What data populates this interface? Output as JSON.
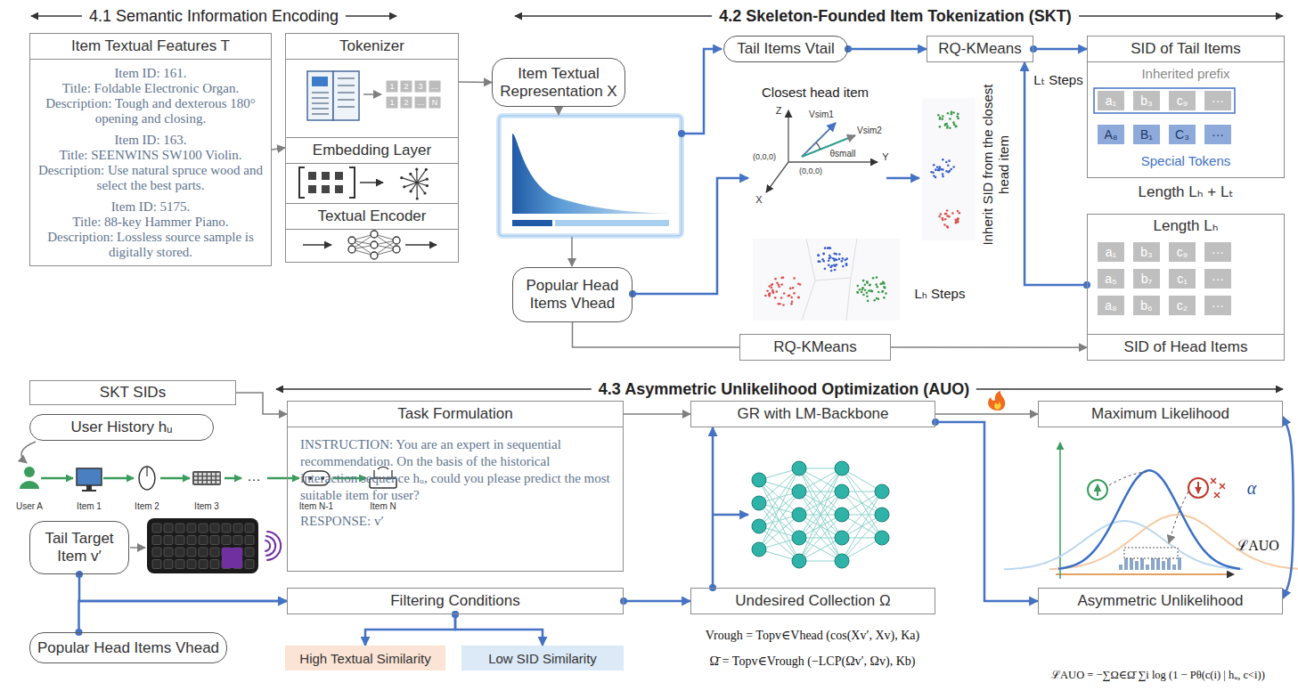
{
  "diagram": {
    "nodes": [
      {
        "text": [
          "Item Textual Features T",
          "Item ID: 161.",
          "Title: Foldable Electronic Organ.",
          "Description: Tough and dexterous 180° opening and closing.",
          "Item ID: 163.",
          "Title: SEENWINS SW100 Violin.",
          "Description: Use natural spruce wood and select the best parts.",
          "Item ID: 5175.",
          "Title: 88-key Hammer Piano.",
          "Description: Lossless source sample is digitally stored."
        ]
      },
      {
        "text": [
          "Tokenizer",
          "Embedding Layer",
          "Textual Encoder"
        ]
      },
      {
        "text": [
          "Item Textual Representation X"
        ]
      },
      {
        "text": [
          "Popular Head Items Vhead"
        ]
      },
      {
        "text": [
          "Tail Items Vtail"
        ]
      },
      {
        "text": [
          "RQ-KMeans"
        ]
      },
      {
        "text": [
          "SID of Tail Items",
          "Inherited prefix",
          "Special Tokens",
          "Length Lₕ + Lₜ"
        ]
      },
      {
        "text": [
          "Length Lₕ",
          "SID of Head Items"
        ]
      },
      {
        "text": [
          "RQ-KMeans"
        ]
      },
      {
        "text": [
          "SKT SIDs"
        ]
      },
      {
        "text": [
          "User History hᵤ"
        ]
      },
      {
        "text": [
          "Tail Target Item v′"
        ]
      },
      {
        "text": [
          "Popular Head Items Vhead"
        ]
      },
      {
        "text": [
          "Task Formulation",
          "INSTRUCTION: You are an expert in sequential recommendation. On the basis of the historical interaction sequence hᵤ, could you please predict the most suitable item for user?",
          "RESPONSE: v′"
        ]
      },
      {
        "text": [
          "GR with LM-Backbone"
        ]
      },
      {
        "text": [
          "Filtering Conditions"
        ]
      },
      {
        "text": [
          "High Textual Similarity"
        ]
      },
      {
        "text": [
          "Low SID Similarity"
        ]
      },
      {
        "text": [
          "Undesired Collection Ω"
        ]
      },
      {
        "text": [
          "Maximum Likelihood"
        ]
      },
      {
        "text": [
          "Asymmetric Unlikelihood"
        ]
      }
    ],
    "edges": [
      {
        "from": 0,
        "to": 1,
        "arrow": "to"
      },
      {
        "from": 1,
        "to": 2,
        "arrow": "to"
      },
      {
        "from": 3,
        "to": 8,
        "arrow": "none"
      },
      {
        "from": 8,
        "to": 7,
        "arrow": "to"
      },
      {
        "from": 4,
        "to": 5,
        "arrow": "to"
      },
      {
        "from": 5,
        "to": 6,
        "arrow": "to"
      },
      {
        "from": 7,
        "to": 5,
        "arrow": "to"
      },
      {
        "from": 9,
        "to": 13,
        "arrow": "to"
      },
      {
        "from": 13,
        "to": 14,
        "arrow": "to"
      },
      {
        "from": 14,
        "to": 19,
        "arrow": "to"
      },
      {
        "from": 14,
        "to": 20,
        "arrow": "to"
      },
      {
        "from": 11,
        "to": 15,
        "arrow": "to"
      },
      {
        "from": 12,
        "to": 15,
        "arrow": "to"
      },
      {
        "from": 15,
        "to": 16,
        "arrow": "to"
      },
      {
        "from": 15,
        "to": 17,
        "arrow": "to"
      },
      {
        "from": 15,
        "to": 18,
        "arrow": "to"
      },
      {
        "from": 18,
        "to": 14,
        "arrow": "to"
      },
      {
        "from": 19,
        "to": 20,
        "arrow": "both"
      }
    ],
    "labels": [
      "4.1 Semantic Information Encoding",
      "4.2 Skeleton-Founded Item Tokenization (SKT)",
      "1",
      "2",
      "3",
      "…",
      "1",
      "2",
      "…",
      "N",
      "Closest head item",
      "Z",
      "Vsim1",
      "Vsim2",
      "θsmall",
      "(0,0,0)",
      "(0,0,0)",
      "Y",
      "X",
      "Lₜ Steps",
      "Inherit SID from the closest head item",
      "Lₕ Steps",
      "a₁",
      "b₃",
      "c₉",
      "···",
      "A₈",
      "B₁",
      "C₃",
      "···",
      "a₁",
      "b₃",
      "c₉",
      "···",
      "a₅",
      "b₇",
      "c₁",
      "···",
      "a₈",
      "b₆",
      "c₂",
      "···",
      "4.3 Asymmetric Unlikelihood Optimization (AUO)",
      "User A",
      "Item 1",
      "Item 2",
      "Item 3",
      "···",
      "Item N-1",
      "Item N",
      "Vrough = Topv∈Vhead (cos(Xv′, Xv), Ka)",
      "Ω̄ = Topv∈Vrough (−LCP(Ωv′, Ωv), Kb)",
      "α",
      "ℒAUO",
      "ℒAUO = −∑Ω∈Ω̄ ∑i log (1 − Pθ(c(i) | hᵤ, c<i))"
    ]
  }
}
